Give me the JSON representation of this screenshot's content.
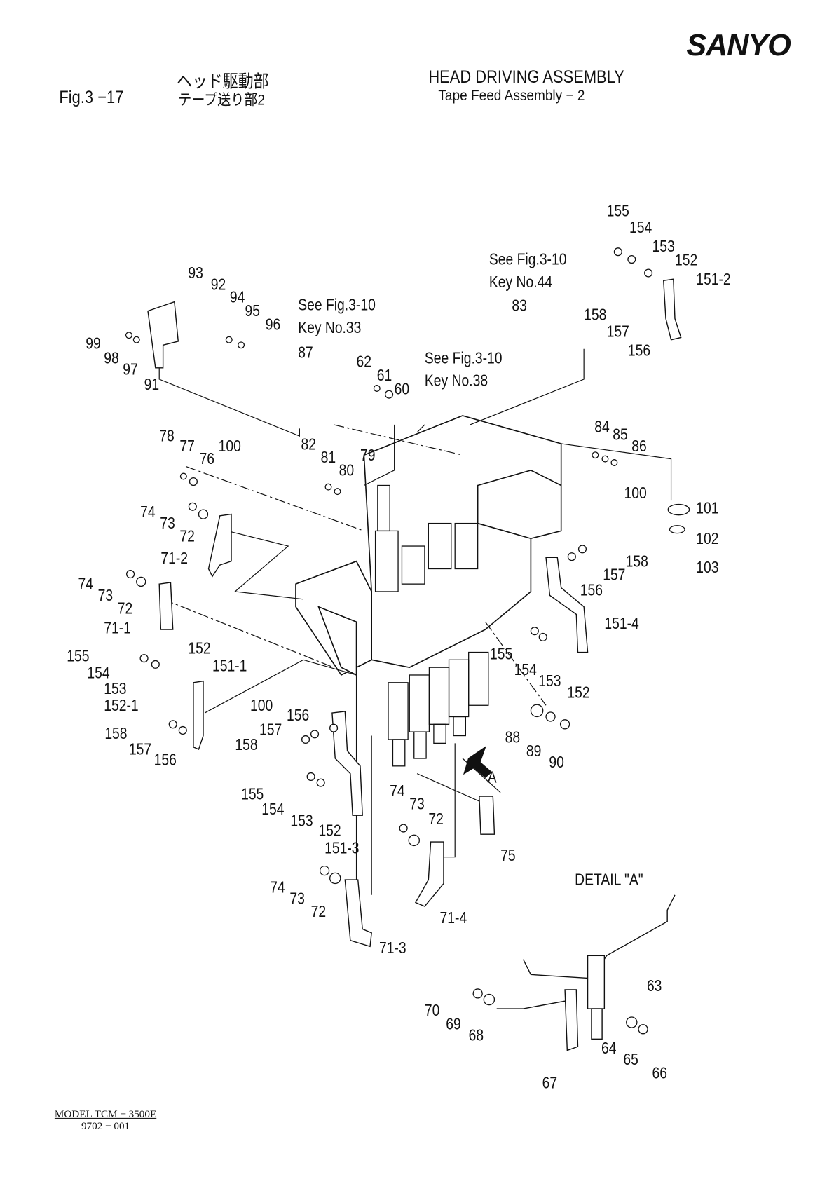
{
  "brand": {
    "logo_text": "SANYO"
  },
  "header": {
    "fig_no": "Fig.3 −17",
    "jp_title_1": "ヘッド駆動部",
    "jp_title_2": "テープ送り部2",
    "en_title_1": "HEAD  DRIVING  ASSEMBLY",
    "en_title_2": "Tape  Feed  Assembly − 2"
  },
  "footer": {
    "model": "MODEL  TCM − 3500E",
    "doc_no": "9702 − 001"
  },
  "callouts": [
    "155",
    "154",
    "153",
    "152",
    "151-2",
    "See Fig.3-10",
    "Key No.44",
    "83",
    "158",
    "157",
    "156",
    "93",
    "92",
    "94",
    "95",
    "96",
    "See Fig.3-10",
    "Key No.33",
    "99",
    "98",
    "97",
    "91",
    "87",
    "62",
    "61",
    "60",
    "See Fig.3-10",
    "Key No.38",
    "78",
    "77",
    "76",
    "100",
    "82",
    "81",
    "80",
    "79",
    "84",
    "85",
    "86",
    "100",
    "101",
    "102",
    "103",
    "74",
    "73",
    "72",
    "71-2",
    "158",
    "157",
    "156",
    "74",
    "73",
    "72",
    "71-1",
    "151-4",
    "155",
    "154",
    "153",
    "152-1",
    "152",
    "151-1",
    "155",
    "154",
    "153",
    "152",
    "100",
    "156",
    "157",
    "158",
    "158",
    "157",
    "156",
    "88",
    "89",
    "90",
    "A",
    "155",
    "154",
    "153",
    "152",
    "151-3",
    "74",
    "73",
    "72",
    "75",
    "DETAIL \"A\"",
    "74",
    "73",
    "72",
    "71-4",
    "71-3",
    "63",
    "70",
    "69",
    "68",
    "64",
    "65",
    "66",
    "67"
  ]
}
